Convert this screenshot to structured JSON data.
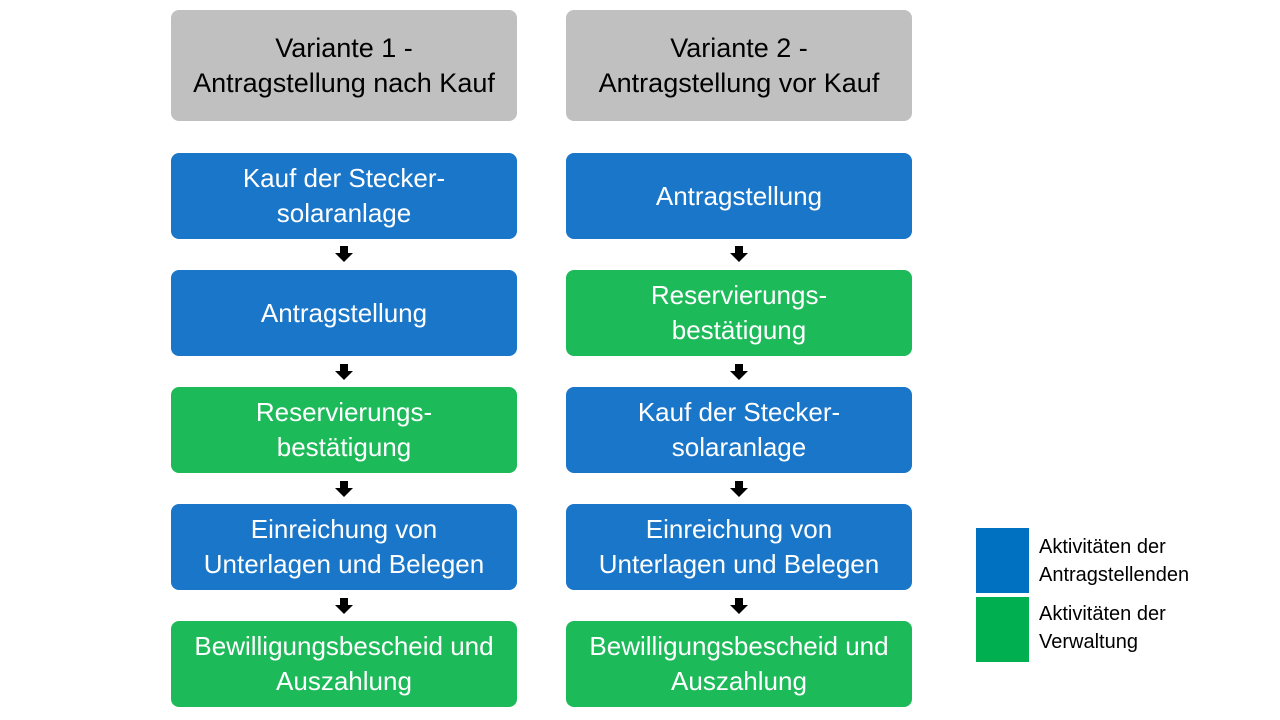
{
  "colors": {
    "header": "#c0c0c0",
    "blue": "#1a76c9",
    "green": "#1dba5a",
    "arrow": "#000000"
  },
  "variants": [
    {
      "title": "Variante 1 -\nAntragstellung nach Kauf",
      "steps": [
        {
          "label": "Kauf der Stecker-\nsolaranlage",
          "type": "blue"
        },
        {
          "label": "Antragstellung",
          "type": "blue"
        },
        {
          "label": "Reservierungs-\nbestätigung",
          "type": "green"
        },
        {
          "label": "Einreichung von\nUnterlagen und Belegen",
          "type": "blue"
        },
        {
          "label": "Bewilligungsbescheid und\nAuszahlung",
          "type": "green"
        }
      ]
    },
    {
      "title": "Variante 2 -\nAntragstellung vor Kauf",
      "steps": [
        {
          "label": "Antragstellung",
          "type": "blue"
        },
        {
          "label": "Reservierungs-\nbestätigung",
          "type": "green"
        },
        {
          "label": "Kauf der Stecker-\nsolaranlage",
          "type": "blue"
        },
        {
          "label": "Einreichung von\nUnterlagen und Belegen",
          "type": "blue"
        },
        {
          "label": "Bewilligungsbescheid und\nAuszahlung",
          "type": "green"
        }
      ]
    }
  ],
  "legend": [
    {
      "label": "Aktivitäten der\nAntragstellenden",
      "type": "blue"
    },
    {
      "label": "Aktivitäten der\nVerwaltung",
      "type": "green"
    }
  ]
}
